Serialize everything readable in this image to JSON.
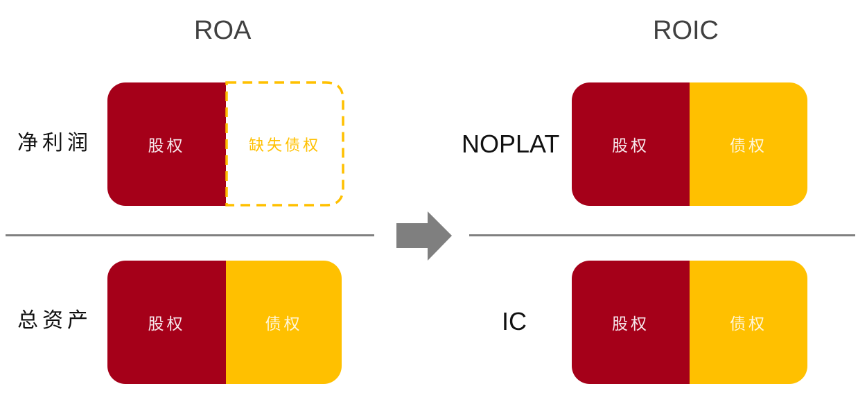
{
  "colors": {
    "equity": "#A50019",
    "debt": "#FFC000",
    "divider": "#808080",
    "arrow": "#7F7F7F",
    "title": "#404040"
  },
  "left": {
    "title": "ROA",
    "top_row": {
      "label": "净利润",
      "equity": "股权",
      "debt": "缺失债权",
      "debt_style": "dashed-missing"
    },
    "bottom_row": {
      "label": "总资产",
      "equity": "股权",
      "debt": "债权"
    }
  },
  "transition_icon": "right-arrow-icon",
  "right": {
    "title": "ROIC",
    "top_row": {
      "label": "NOPLAT",
      "equity": "股权",
      "debt": "债权"
    },
    "bottom_row": {
      "label": "IC",
      "equity": "股权",
      "debt": "债权"
    }
  }
}
